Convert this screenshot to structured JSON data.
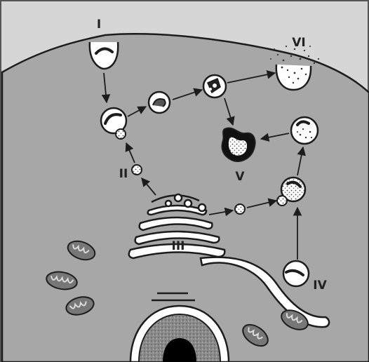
{
  "colors": {
    "background": "#d6d6d6",
    "cytoplasm": "#a7a7a7",
    "outline": "#1c1c1c",
    "vesicle_fill": "#ffffff",
    "dark_dense": "#111111"
  },
  "labels": {
    "stage_1": "I",
    "stage_2": "II",
    "stage_3": "III",
    "stage_4": "IV",
    "stage_5": "V",
    "stage_6": "VI"
  }
}
